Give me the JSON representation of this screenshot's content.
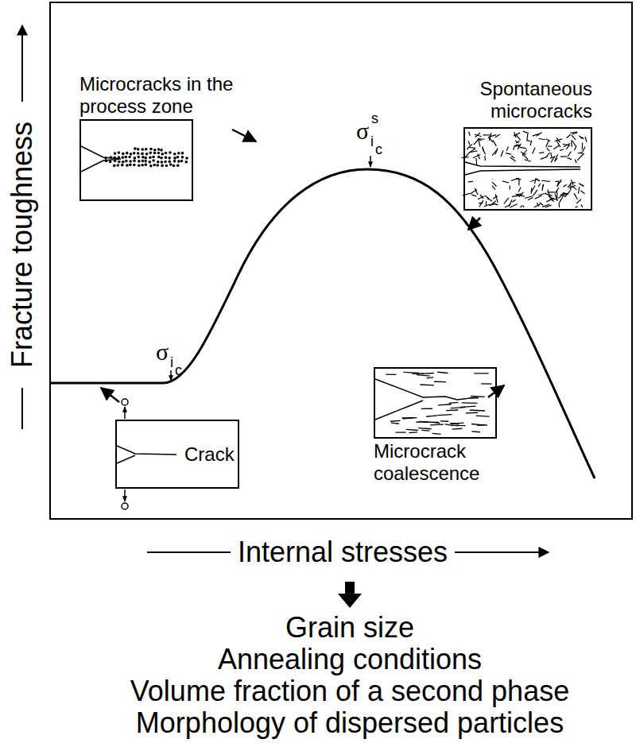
{
  "diagram": {
    "nodes": [
      {
        "text": [
          "Microcracks in the process zone"
        ]
      },
      {
        "text": [
          "Spontaneous microcracks"
        ]
      },
      {
        "text": [
          "Microcrack coalescence"
        ]
      },
      {
        "text": [
          "Crack"
        ]
      }
    ],
    "labels": [
      "σ",
      "i",
      "c",
      "s",
      "σ",
      "i",
      "c",
      "Fracture toughness",
      "Internal stresses",
      "Grain size",
      "Annealing conditions",
      "Volume fraction of a second phase",
      "Morphology of dispersed particles"
    ]
  }
}
